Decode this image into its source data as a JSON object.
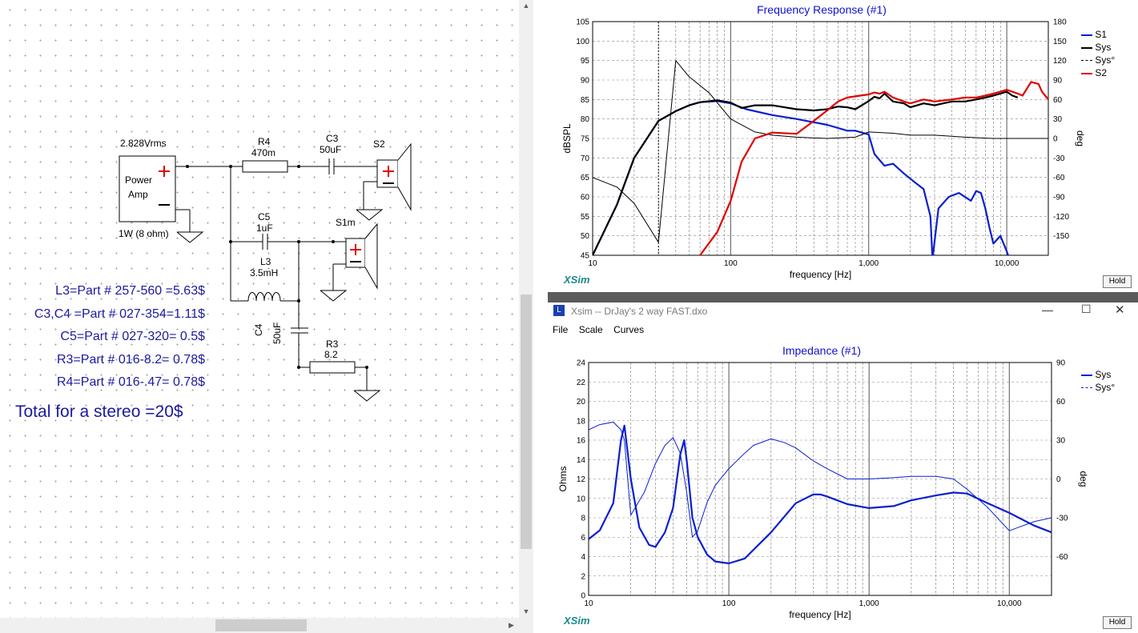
{
  "schematic": {
    "source": {
      "voltage": "2.828Vrms",
      "name_line1": "Power",
      "name_line2": "Amp",
      "power": "1W (8 ohm)"
    },
    "parts": {
      "R4": {
        "ref": "R4",
        "value": "470m"
      },
      "C3": {
        "ref": "C3",
        "value": "50uF"
      },
      "S2": {
        "ref": "S2"
      },
      "C5": {
        "ref": "C5",
        "value": "1uF"
      },
      "S1m": {
        "ref": "S1m"
      },
      "L3": {
        "ref": "L3",
        "value": "3.5mH"
      },
      "C4": {
        "ref": "C4",
        "value": "50uF"
      },
      "R3": {
        "ref": "R3",
        "value": "8.2"
      }
    },
    "bom": [
      "L3=Part # 257-560 =5.63$",
      "C3,C4 =Part # 027-354=1.11$",
      "C5=Part # 027-320= 0.5$",
      "R3=Part # 016-8.2= 0.78$",
      "R4=Part # 016-.47= 0.78$"
    ],
    "total": "Total for a stereo =20$"
  },
  "freq_window": {
    "title": "Frequency Response (#1)",
    "xlabel": "frequency [Hz]",
    "ylabel": "dBSPL",
    "y2label": "deg",
    "brand": "XSim",
    "hold_label": "Hold"
  },
  "imp_window": {
    "window_title": "Xsim -- DrJay's 2 way FAST.dxo",
    "menu": [
      "File",
      "Scale",
      "Curves"
    ],
    "title": "Impedance (#1)",
    "xlabel": "frequency [Hz]",
    "ylabel": "Ohms",
    "y2label": "deg",
    "brand": "XSim",
    "hold_label": "Hold"
  },
  "chart_data": [
    {
      "type": "line",
      "title": "Frequency Response (#1)",
      "xlabel": "frequency [Hz]",
      "ylabel": "dBSPL",
      "y2label": "deg",
      "xscale": "log",
      "xlim": [
        10,
        20000
      ],
      "ylim": [
        45,
        105
      ],
      "y2lim": [
        -180,
        180
      ],
      "x_tick_labels": [
        "10",
        "100",
        "1,000",
        "10,000"
      ],
      "y_tick_labels": [
        "45",
        "50",
        "55",
        "60",
        "65",
        "70",
        "75",
        "80",
        "85",
        "90",
        "95",
        "100",
        "105"
      ],
      "y2_tick_labels": [
        "-150",
        "-120",
        "-90",
        "-60",
        "-30",
        "0",
        "30",
        "60",
        "90",
        "120",
        "150",
        "180"
      ],
      "legend_position": "top-right",
      "marker_x": 30,
      "series": [
        {
          "name": "S1",
          "color": "#0a1fd0",
          "axis": "y",
          "x": [
            10,
            15,
            20,
            30,
            40,
            50,
            60,
            80,
            100,
            130,
            200,
            300,
            500,
            700,
            800,
            1000,
            1100,
            1300,
            1500,
            1800,
            2200,
            2500,
            2800,
            2900,
            3200,
            3800,
            4500,
            5500,
            6000,
            6500,
            7000,
            7500,
            8000,
            9000,
            10000,
            11000,
            12000
          ],
          "y": [
            45,
            58,
            70,
            79.5,
            82,
            83.5,
            84.3,
            84.6,
            84,
            82.5,
            81,
            80,
            78.5,
            77,
            77,
            76,
            71,
            68,
            68.5,
            66,
            63.5,
            62,
            55,
            44,
            57,
            60,
            61,
            59,
            61.5,
            61,
            57,
            52,
            48,
            50,
            46,
            42,
            41
          ]
        },
        {
          "name": "Sys",
          "color": "#000000",
          "axis": "y",
          "x": [
            10,
            15,
            20,
            30,
            40,
            50,
            60,
            80,
            100,
            120,
            150,
            200,
            300,
            400,
            500,
            600,
            700,
            800,
            1000,
            1100,
            1200,
            1300,
            1500,
            1800,
            2000,
            2500,
            3000,
            4000,
            5000,
            6000,
            7000,
            8000,
            9000,
            10000,
            11000,
            12000
          ],
          "y": [
            45,
            58,
            70,
            79.5,
            82,
            83.5,
            84.3,
            84.8,
            84.2,
            82.8,
            83.5,
            83.5,
            82.5,
            82.2,
            82.5,
            83.2,
            83,
            82.5,
            84.6,
            85.7,
            85.3,
            86.5,
            84.5,
            84,
            83,
            84,
            83.5,
            84.5,
            84.5,
            85,
            85.5,
            86,
            86.5,
            87,
            86,
            85.5
          ]
        },
        {
          "name": "Sys°",
          "color": "#000000",
          "axis": "y2",
          "dashed": true,
          "x": [
            10,
            15,
            20,
            30,
            40,
            50,
            70,
            100,
            150,
            200,
            300,
            500,
            800,
            1000,
            1500,
            2000,
            3000,
            5000,
            8000,
            12000,
            20000
          ],
          "y": [
            -60,
            -75,
            -100,
            -160,
            120,
            95,
            70,
            30,
            10,
            5,
            2,
            0,
            2,
            10,
            8,
            5,
            5,
            2,
            0,
            0,
            0
          ]
        },
        {
          "name": "S2",
          "color": "#e00000",
          "axis": "y",
          "x": [
            60,
            80,
            100,
            120,
            150,
            200,
            300,
            400,
            500,
            600,
            700,
            800,
            1000,
            1100,
            1200,
            1300,
            1500,
            1800,
            2000,
            2500,
            3000,
            4000,
            5000,
            6000,
            7000,
            8000,
            9000,
            10000,
            12000,
            13000,
            15000,
            17000,
            18000,
            20000
          ],
          "y": [
            45,
            51,
            59,
            69,
            75,
            76.5,
            76.2,
            79.5,
            82.2,
            84.5,
            85.5,
            85.8,
            86.3,
            86.8,
            86.5,
            87,
            85.5,
            84.5,
            84,
            85,
            84.5,
            85,
            85.5,
            85.5,
            86,
            86.5,
            87,
            87.5,
            86.5,
            86,
            89.5,
            89,
            87,
            85
          ]
        }
      ]
    },
    {
      "type": "line",
      "title": "Impedance (#1)",
      "xlabel": "frequency [Hz]",
      "ylabel": "Ohms",
      "y2label": "deg",
      "xscale": "log",
      "xlim": [
        10,
        20000
      ],
      "ylim": [
        0,
        24
      ],
      "y2lim": [
        -90,
        90
      ],
      "x_tick_labels": [
        "10",
        "100",
        "1,000",
        "10,000"
      ],
      "y_tick_labels": [
        "0",
        "2",
        "4",
        "6",
        "8",
        "10",
        "12",
        "14",
        "16",
        "18",
        "20",
        "22",
        "24"
      ],
      "y2_tick_labels": [
        "-60",
        "-30",
        "0",
        "30",
        "60",
        "90"
      ],
      "legend_position": "top-right",
      "series": [
        {
          "name": "Sys",
          "color": "#0a1fd0",
          "axis": "y",
          "x": [
            10,
            12,
            15,
            17,
            18,
            20,
            23,
            27,
            30,
            35,
            40,
            45,
            48,
            50,
            55,
            60,
            70,
            80,
            100,
            130,
            200,
            300,
            400,
            450,
            500,
            700,
            1000,
            1500,
            2000,
            3000,
            4000,
            5000,
            7000,
            10000,
            15000,
            20000
          ],
          "y": [
            5.8,
            6.7,
            9.5,
            16,
            17.5,
            12,
            7,
            5.2,
            5,
            6.5,
            9,
            14.5,
            16,
            14,
            8,
            6,
            4.2,
            3.5,
            3.3,
            3.8,
            6.5,
            9.5,
            10.4,
            10.4,
            10.2,
            9.4,
            9,
            9.2,
            9.8,
            10.3,
            10.6,
            10.5,
            9.5,
            8.5,
            7.2,
            6.5
          ]
        },
        {
          "name": "Sys°",
          "color": "#0a1fd0",
          "axis": "y2",
          "dashed": true,
          "x": [
            10,
            12,
            15,
            17,
            18,
            19,
            20,
            25,
            30,
            35,
            40,
            45,
            50,
            55,
            60,
            70,
            80,
            100,
            130,
            150,
            200,
            250,
            300,
            400,
            500,
            700,
            1000,
            1500,
            2000,
            3000,
            4000,
            5000,
            7000,
            10000,
            15000,
            20000
          ],
          "y": [
            38,
            42,
            44,
            38,
            30,
            0,
            -28,
            -10,
            12,
            26,
            32,
            20,
            -10,
            -45,
            -40,
            -18,
            -5,
            8,
            20,
            26,
            31,
            28,
            24,
            14,
            8,
            0,
            0,
            1,
            2,
            2,
            0,
            -8,
            -22,
            -40,
            -33,
            -30
          ]
        }
      ]
    }
  ]
}
